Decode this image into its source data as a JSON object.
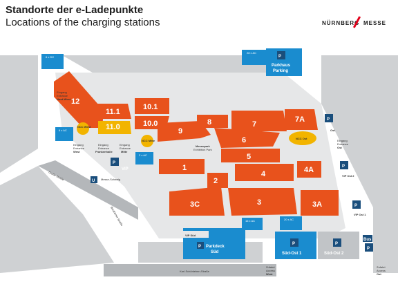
{
  "header": {
    "title_de": "Standorte der e-Ladepunkte",
    "title_en": "Locations of the charging stations"
  },
  "logo": {
    "word1": "NÜRNBERG",
    "word2": "MESSE",
    "accent_color": "#e2001a"
  },
  "colors": {
    "hall": "#e8521c",
    "hall_highlight": "#f2b400",
    "parking": "#1a8ccf",
    "parking_dark": "#1a4e7c",
    "road": "#cfd1d3"
  },
  "halls": [
    "12",
    "11.1",
    "11.0",
    "10.1",
    "10.0",
    "9",
    "8",
    "7",
    "7A",
    "6",
    "5",
    "4",
    "4A",
    "3",
    "3A",
    "3C",
    "2",
    "1"
  ],
  "ev_stations": {
    "p1": "6 x DC",
    "p2": "6 x AC",
    "p3": "2 x AC",
    "p4": "28 x AC",
    "p5": "16 x AC",
    "p6": "20 x AC"
  },
  "entrances": {
    "west": [
      "Eingang",
      "Entrance",
      "West"
    ],
    "nord_west": [
      "Eingang",
      "Entrance",
      "Nord-West"
    ],
    "frankenhalle": [
      "Eingang",
      "Entrance",
      "Frankenhalle"
    ],
    "mitte": [
      "Eingang",
      "Entrance",
      "Mitte"
    ],
    "ost": [
      "Eingang",
      "Entrance",
      "Ost"
    ],
    "zufahrt_west": [
      "Zufahrt",
      "Access",
      "West"
    ],
    "zufahrt_ost": [
      "Zufahrt",
      "Access",
      "Ost"
    ]
  },
  "facilities": {
    "ncc_west": "NCC West",
    "ncc_mitte": "NCC Mitte",
    "ncc_ost": "NCC Ost",
    "messepark": "Messepark",
    "exhibition_park": "Exhibition Park",
    "vip_sud": "VIP Süd",
    "vip": "VIP",
    "vip_ost1": "VIP Ost 1",
    "vip_ost2": "VIP Ost 2",
    "ubahn": "U",
    "ubahn_text": "Messe-Schweig",
    "bus": "Bus",
    "ost": "Ost"
  },
  "parking": {
    "parkhaus": [
      "Parkhaus",
      "Parking"
    ],
    "parkdeck": [
      "Parkdeck",
      "Süd"
    ],
    "sud_ost_1": "Süd-Ost 1",
    "sud_ost_2": "Süd-Ost 2",
    "p": "P"
  },
  "streets": {
    "bottom": "Karl-Schönleben-Straße",
    "west": "Große Straße",
    "southwest": "Beuthener Straße"
  }
}
